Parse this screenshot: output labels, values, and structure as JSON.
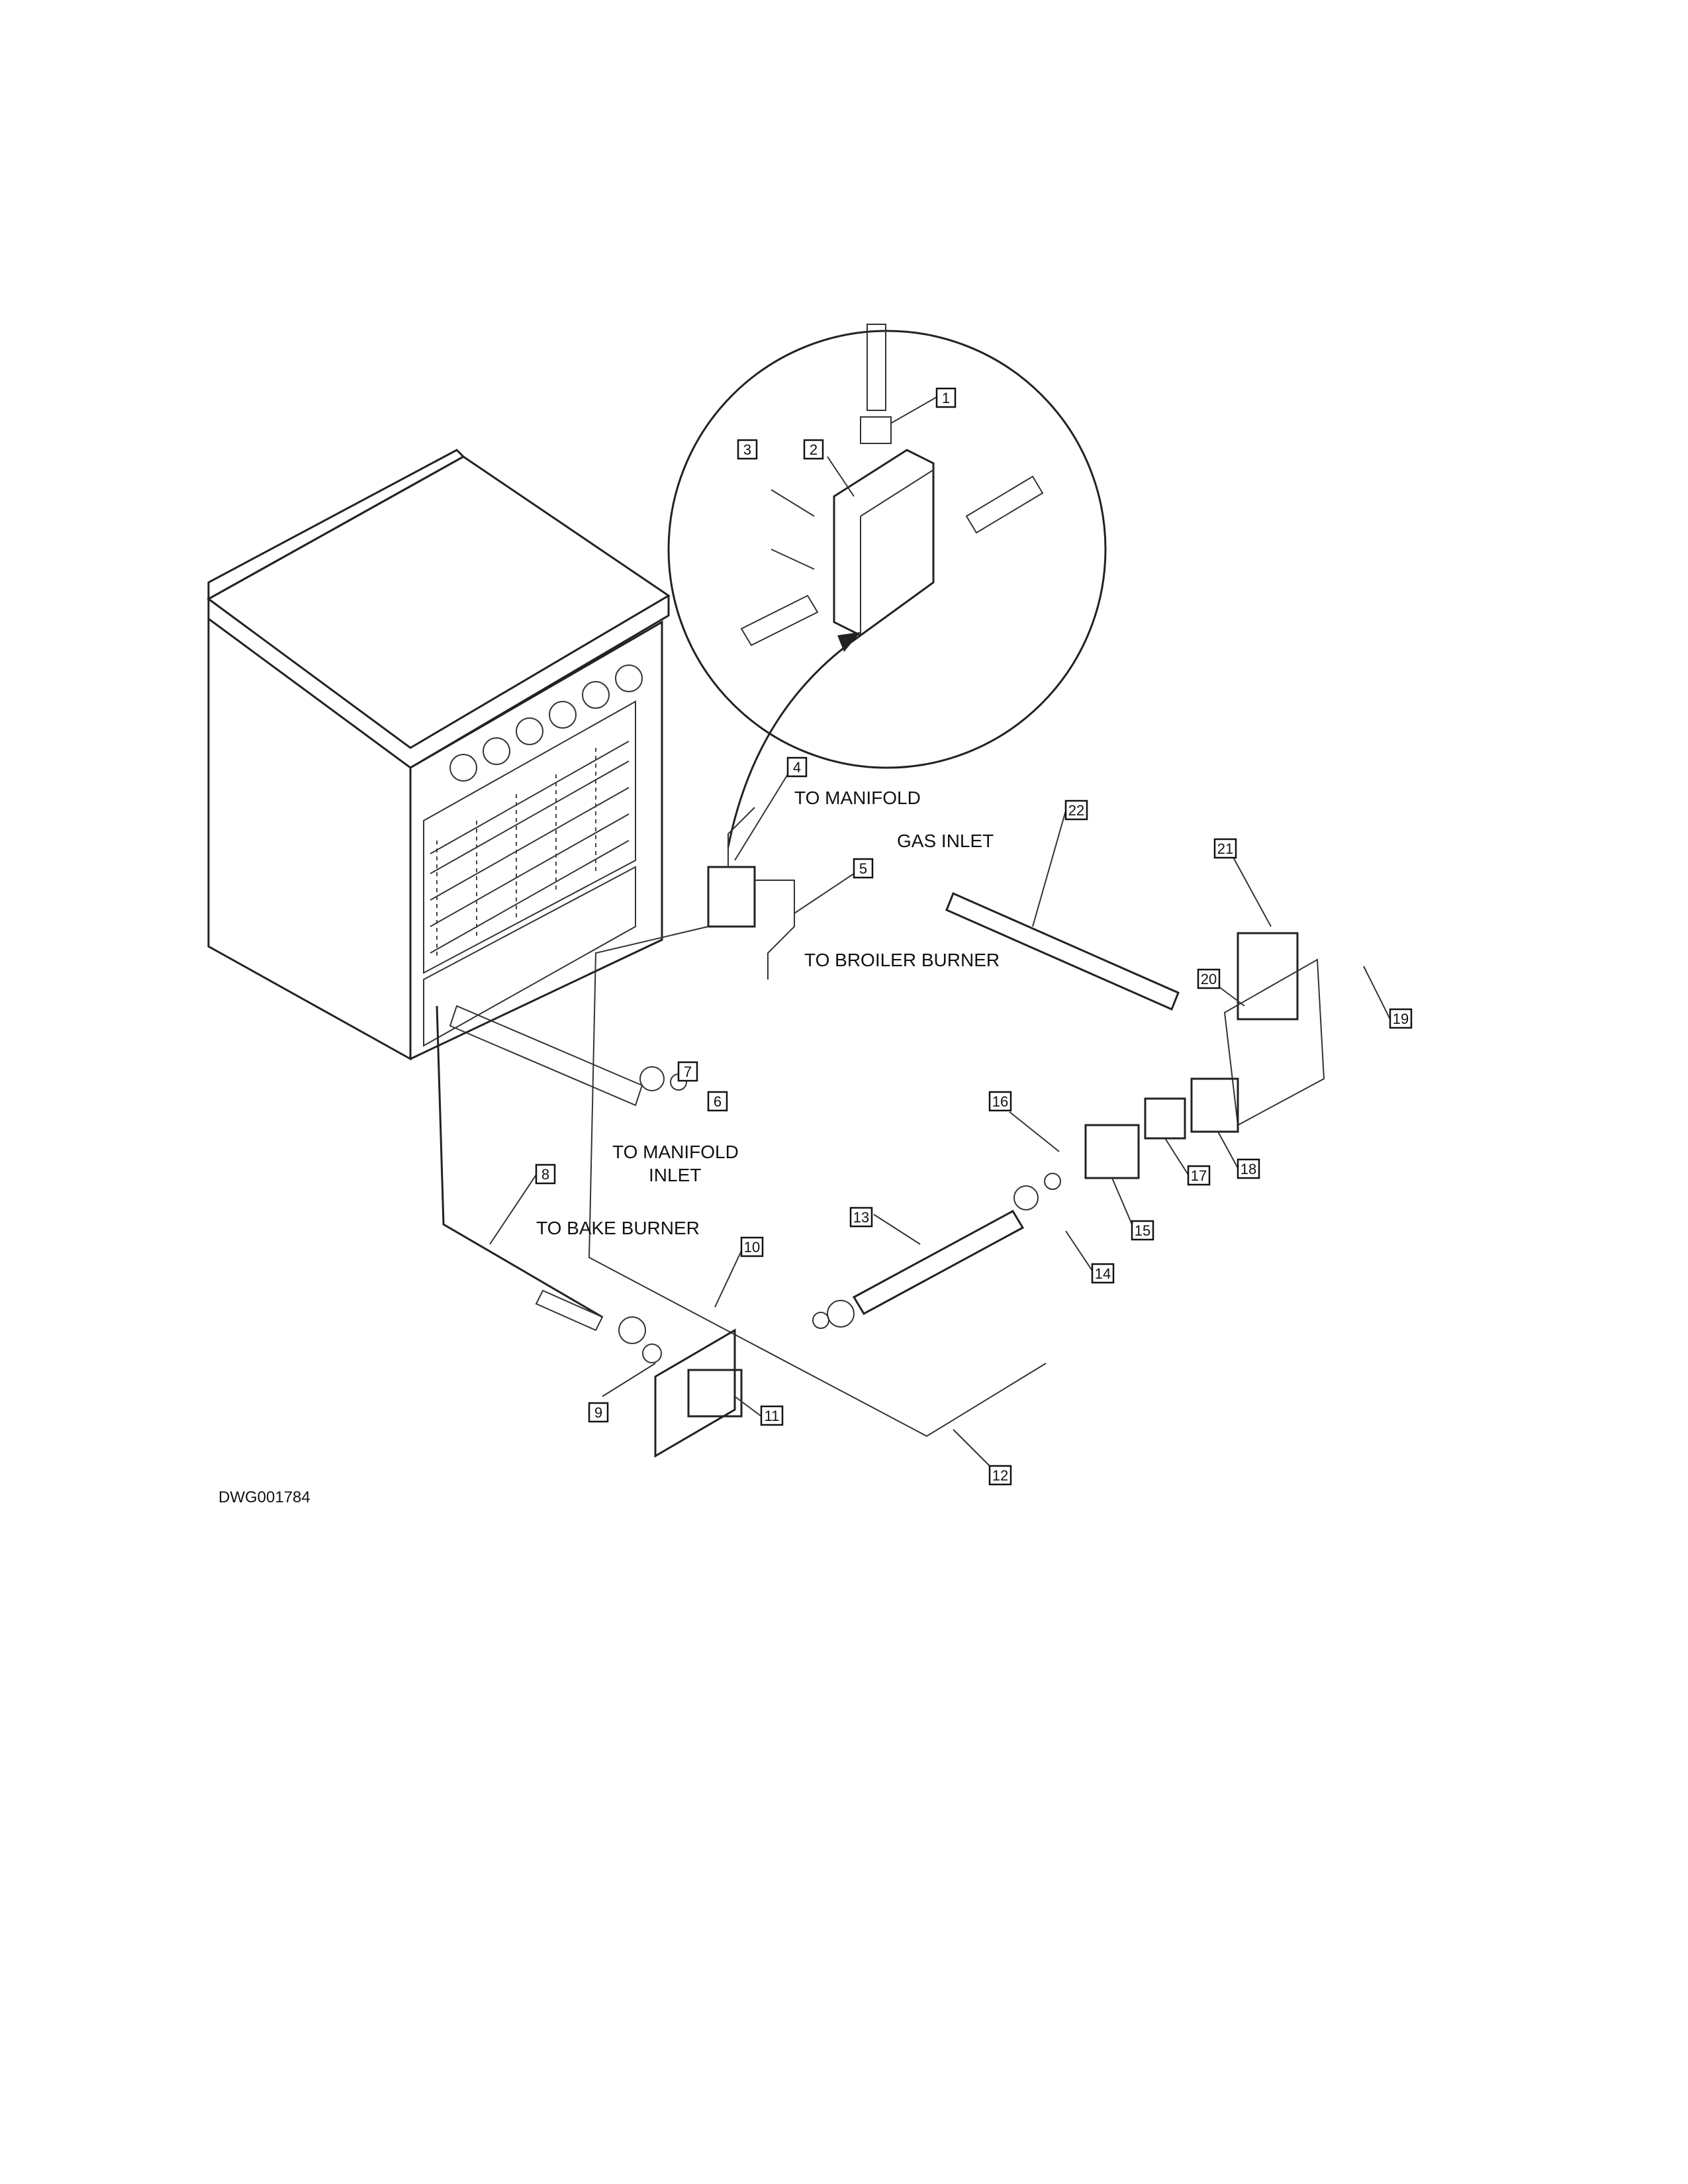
{
  "drawing_number": "DWG001784",
  "labels": {
    "to_manifold": "TO MANIFOLD",
    "gas_inlet": "GAS INLET",
    "to_broiler_burner": "TO BROILER BURNER",
    "to_manifold_inlet_line1": "TO MANIFOLD",
    "to_manifold_inlet_line2": "INLET",
    "to_bake_burner": "TO BAKE BURNER"
  },
  "callouts": [
    "1",
    "2",
    "3",
    "4",
    "5",
    "6",
    "7",
    "8",
    "9",
    "10",
    "11",
    "12",
    "13",
    "14",
    "15",
    "16",
    "17",
    "18",
    "19",
    "20",
    "21",
    "22"
  ]
}
